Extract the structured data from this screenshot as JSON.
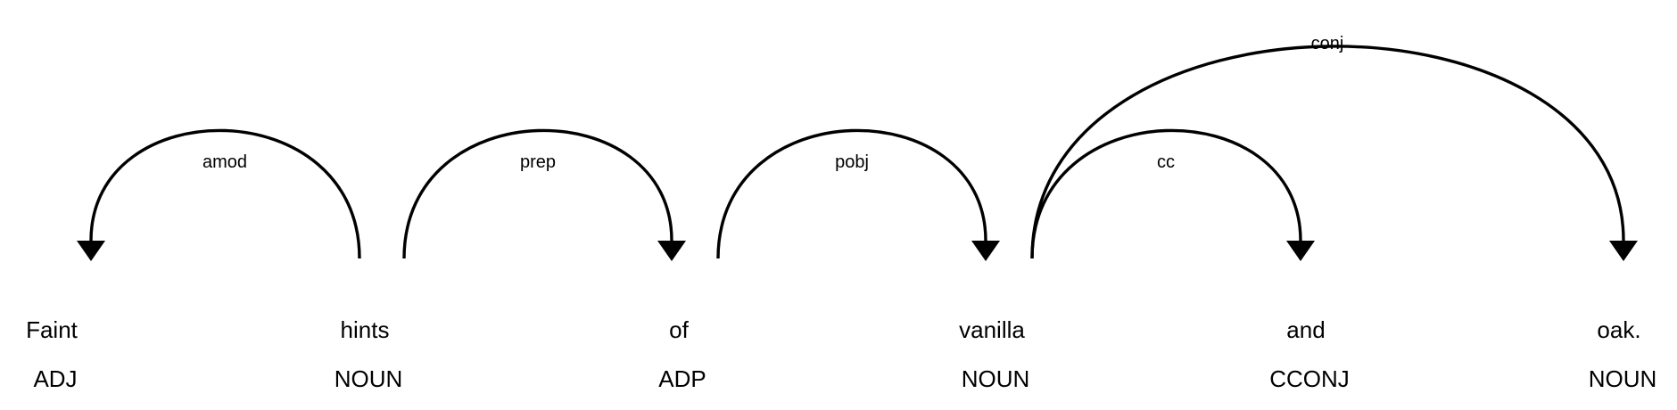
{
  "tokens": [
    {
      "text": "Faint",
      "tag": "ADJ"
    },
    {
      "text": "hints",
      "tag": "NOUN"
    },
    {
      "text": "of",
      "tag": "ADP"
    },
    {
      "text": "vanilla",
      "tag": "NOUN"
    },
    {
      "text": "and",
      "tag": "CCONJ"
    },
    {
      "text": "oak.",
      "tag": "NOUN"
    }
  ],
  "arcs": [
    {
      "label": "amod",
      "start": 0,
      "end": 1,
      "dir": "left"
    },
    {
      "label": "prep",
      "start": 1,
      "end": 2,
      "dir": "right"
    },
    {
      "label": "pobj",
      "start": 2,
      "end": 3,
      "dir": "right"
    },
    {
      "label": "cc",
      "start": 3,
      "end": 4,
      "dir": "right"
    },
    {
      "label": "conj",
      "start": 3,
      "end": 5,
      "dir": "right"
    }
  ]
}
